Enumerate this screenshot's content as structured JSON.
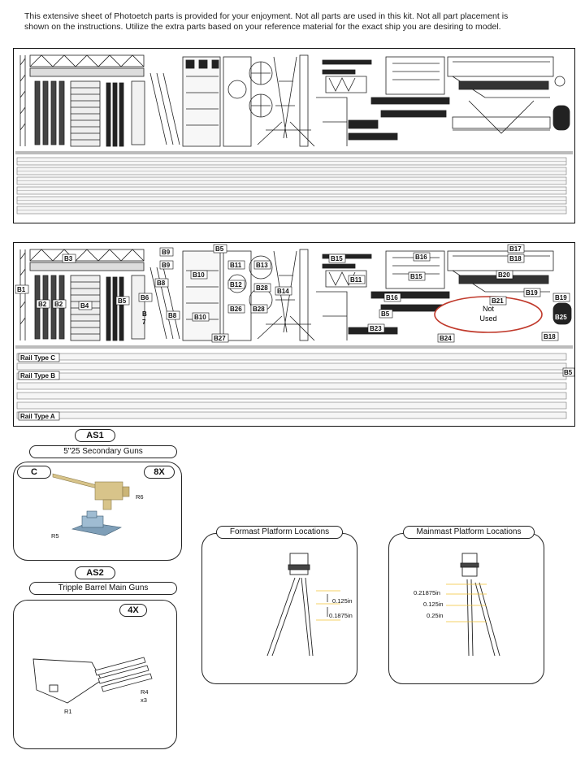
{
  "intro": {
    "line1": "This extensive sheet of Photoetch parts is provided for your enjoyment. Not all parts are used in this kit. Not all part placement is",
    "line2": "shown on the instructions. Utilize the extra parts based on your reference material for the exact ship you are desiring to model."
  },
  "fret_labels": {
    "b1": "B1",
    "b2": "B2",
    "b3": "B3",
    "b4": "B4",
    "b5": "B5",
    "b6": "B6",
    "b7": "B",
    "b7b": "7",
    "b8": "B8",
    "b9a": "B9",
    "b9b": "B9",
    "b10a": "B10",
    "b10b": "B10",
    "b11": "B11",
    "b12": "B12",
    "b13": "B13",
    "b14": "B14",
    "b15a": "B15",
    "b15b": "B15",
    "b16a": "B16",
    "b16b": "B16",
    "b17": "B17",
    "b18a": "B18",
    "b18b": "B18",
    "b19a": "B19",
    "b19b": "B19",
    "b20": "B20",
    "b21": "B21",
    "b23": "B23",
    "b24": "B24",
    "b25": "B25",
    "b26": "B26",
    "b27": "B27",
    "b28a": "B28",
    "b28b": "B28",
    "b11b": "B11",
    "b5b": "B5",
    "b5c": "B5",
    "b5d": "B5",
    "not_used": "Not Used",
    "rail_c": "Rail Type C",
    "rail_b": "Rail Type B",
    "rail_a": "Rail Type A"
  },
  "as1": {
    "badge": "AS1",
    "title": "5\"25 Secondary Guns",
    "step": "C",
    "qty": "8X",
    "r6": "R6",
    "r5": "R5"
  },
  "as2": {
    "badge": "AS2",
    "title": "Tripple Barrel Main Guns",
    "qty": "4X",
    "r1": "R1",
    "r4": "R4",
    "r4qty": "x3"
  },
  "foremast": {
    "title": "Formast Platform Locations",
    "d1": "0.125in",
    "d2": "0.1875in"
  },
  "mainmast": {
    "title": "Mainmast Platform Locations",
    "d1": "0.21875in",
    "d2": "0.125in",
    "d3": "0.25in"
  },
  "colors": {
    "not_used_ring": "#c0392b",
    "gun_tan": "#d8c48a",
    "base_blue": "#7f9fb8"
  }
}
